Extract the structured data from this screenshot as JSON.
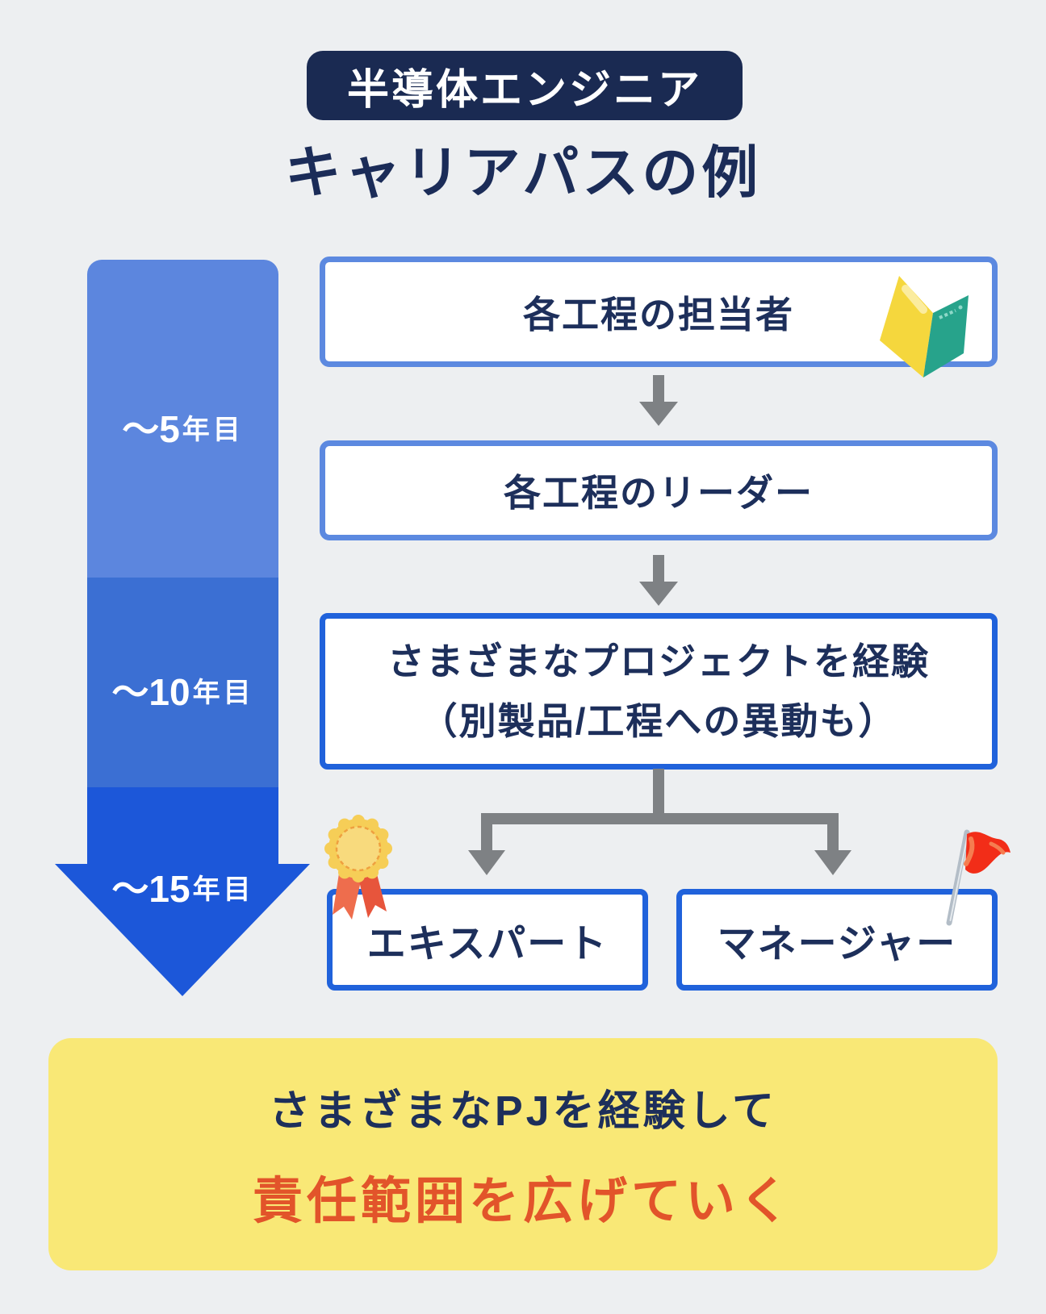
{
  "page": {
    "background": "#EDEFF1",
    "text_navy": "#1D2F5B",
    "accent_orange": "#E2542A"
  },
  "header": {
    "badge_label": "半導体エンジニア",
    "badge_bg": "#1A2A52",
    "title": "キャリアパスの例"
  },
  "timeline": {
    "segments": [
      {
        "years": "〜5",
        "suffix": "年目",
        "color": "#5C86DE"
      },
      {
        "years": "〜10",
        "suffix": "年目",
        "color": "#3B6FD3"
      },
      {
        "years": "〜15",
        "suffix": "年目",
        "color": "#1C57D9"
      }
    ]
  },
  "flow": {
    "border_light": "#5C89E0",
    "border_strong": "#2062DB",
    "connector_gray": "#7E8184",
    "box1": {
      "label": "各工程の担当者",
      "icon": "beginner-book-icon"
    },
    "box2": {
      "label": "各工程のリーダー"
    },
    "box3": {
      "line1": "さまざまなプロジェクトを経験",
      "line2": "（別製品/工程への異動も）"
    },
    "expert": {
      "label": "エキスパート",
      "icon": "medal-icon"
    },
    "manager": {
      "label": "マネージャー",
      "icon": "flag-icon"
    }
  },
  "summary": {
    "bg": "#F9E876",
    "line1": "さまざまなPJを経験して",
    "line2": "責任範囲を広げていく"
  }
}
